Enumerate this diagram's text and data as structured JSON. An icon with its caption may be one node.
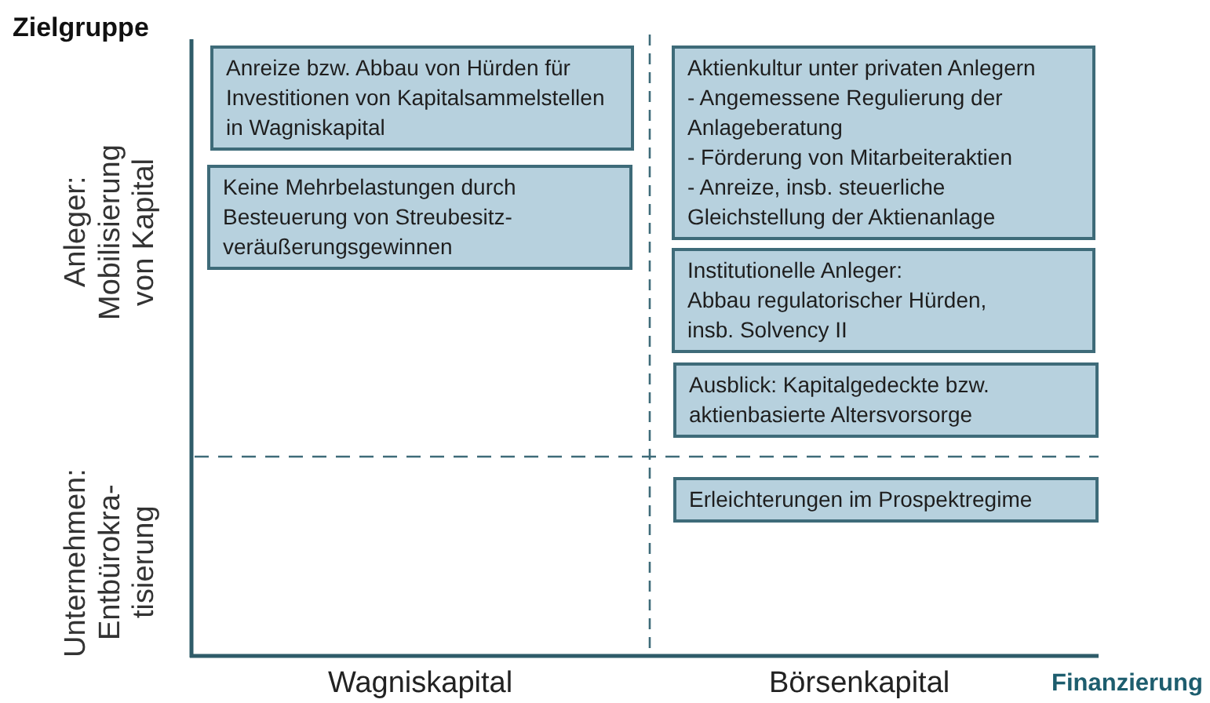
{
  "diagram": {
    "nodes": [
      {
        "text": [
          "Anreize bzw. Abbau von Hürden für Investitionen von Kapitalsammelstellen in Wagniskapital"
        ]
      },
      {
        "text": [
          "Keine Mehrbelastungen durch Besteuerung von Streubesitz- veräußerungsgewinnen"
        ]
      },
      {
        "text": [
          "Aktienkultur unter privaten Anlegern",
          "- Angemessene Regulierung der Anlageberatung",
          "- Förderung von Mitarbeiteraktien",
          "- Anreize, insb. steuerliche Gleichstellung der Aktienanlage"
        ]
      },
      {
        "text": [
          "Institutionelle Anleger:",
          "Abbau regulatorischer Hürden, insb. Solvency II"
        ]
      },
      {
        "text": [
          "Ausblick: Kapitalgedeckte bzw. aktienbasierte Altersvorsorge"
        ]
      },
      {
        "text": [
          "Erleichterungen im Prospektregime"
        ]
      }
    ],
    "labels": [
      "Zielgruppe",
      "Anleger: Mobilisierung von Kapital",
      "Unternehmen: Entbürokra- tisierung",
      "Wagniskapital",
      "Börsenkapital",
      "Finanzierung"
    ]
  }
}
